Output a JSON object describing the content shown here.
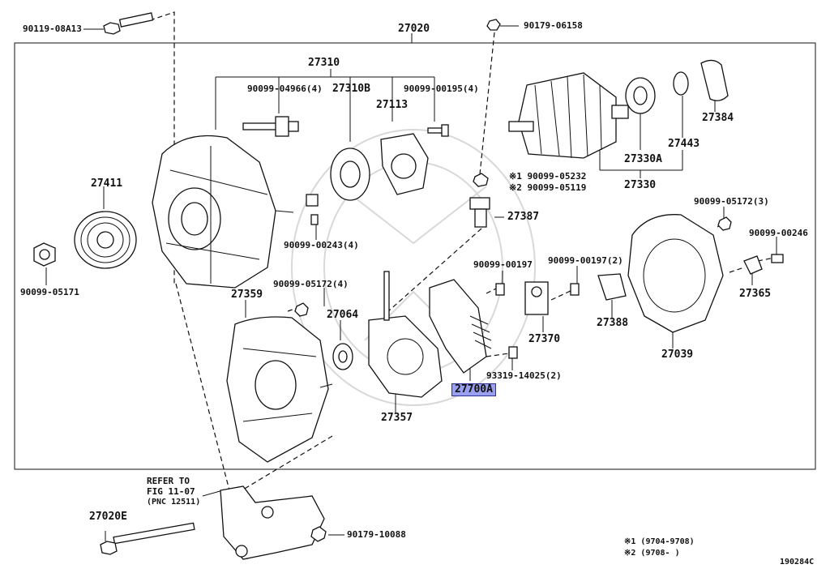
{
  "diagram": {
    "parts": {
      "p90119_08A13": "90119-08A13",
      "p27020": "27020",
      "p90179_06158": "90179-06158",
      "p27310": "27310",
      "p90099_04966": "90099-04966(4)",
      "p27310B": "27310B",
      "p27113": "27113",
      "p90099_00195": "90099-00195(4)",
      "p27384": "27384",
      "p27443": "27443",
      "p27330A": "27330A",
      "p27330": "27330",
      "p27411": "27411",
      "p90099_05232": "※1 90099-05232",
      "p90099_05119": "※2 90099-05119",
      "p27387": "27387",
      "p90099_05172_3": "90099-05172(3)",
      "p90099_00246": "90099-00246",
      "p90099_00243": "90099-00243(4)",
      "p90099_05171": "90099-05171",
      "p90099_00197": "90099-00197",
      "p90099_00197_2": "90099-00197(2)",
      "p27359": "27359",
      "p90099_05172_4": "90099-05172(4)",
      "p27064": "27064",
      "p27365": "27365",
      "p27388": "27388",
      "p27370": "27370",
      "p27039": "27039",
      "p93319_14025": "93319-14025(2)",
      "p27700A": "27700A",
      "p27357": "27357",
      "p27020E": "27020E",
      "p90179_10088": "90179-10088"
    },
    "refer": {
      "line1": "REFER TO",
      "line2": "FIG 11-07",
      "line3": "(PNC 12511)"
    },
    "notes": {
      "n1": "※1 (9704-9708)",
      "n2": "※2 (9708-     )"
    },
    "figure_code": "190284C",
    "highlight_color": "#9aa0f0"
  }
}
